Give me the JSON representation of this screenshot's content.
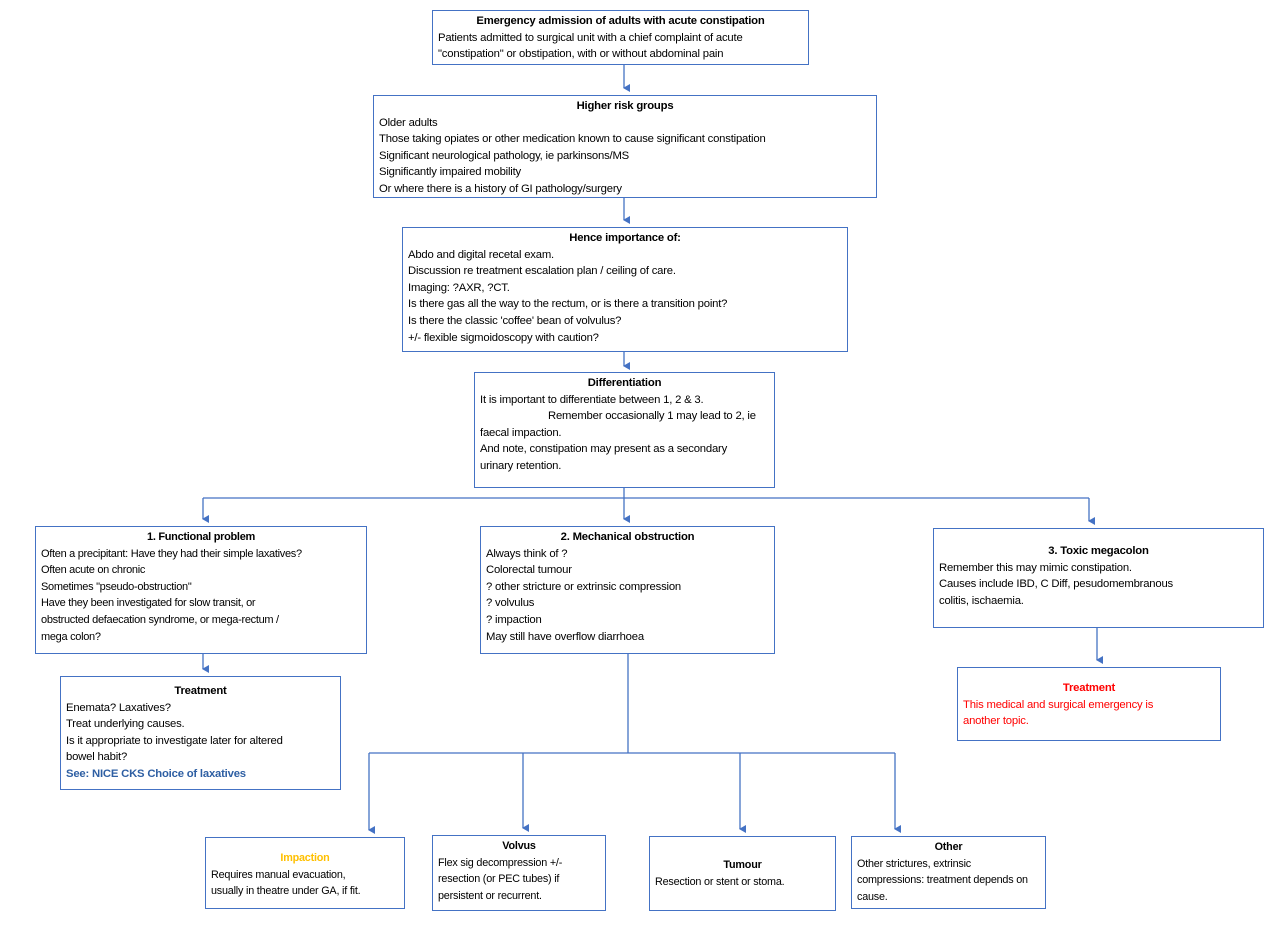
{
  "colors": {
    "border": "#4472c4",
    "impaction_title": "#ffc000",
    "toxic_treatment": "#ff0000",
    "link": "#2e5fa3"
  },
  "boxes": {
    "admission": {
      "title": "Emergency admission of adults with acute constipation",
      "lines": [
        "Patients admitted to surgical unit with a chief complaint of acute",
        "\"constipation\" or obstipation, with or without abdominal pain"
      ]
    },
    "risk": {
      "title": "Higher risk groups",
      "lines": [
        "Older adults",
        "Those taking opiates or other medication known to cause significant constipation",
        "Significant neurological pathology, ie parkinsons/MS",
        "Significantly impaired mobility",
        "Or where there is a history of GI pathology/surgery"
      ]
    },
    "importance": {
      "title": "Hence importance of:",
      "lines": [
        "Abdo and digital recetal exam.",
        "Discussion re treatment escalation plan / ceiling of care.",
        "Imaging: ?AXR, ?CT.",
        "Is there gas all the way to the rectum, or is there a transition point?",
        "Is there the classic 'coffee' bean of volvulus?",
        "+/- flexible sigmoidoscopy with caution?"
      ]
    },
    "differentiation": {
      "title": "Differentiation",
      "lines": [
        "It is important to differentiate between 1, 2 & 3.",
        "Remember occasionally 1 may lead to 2, ie",
        "faecal impaction.",
        "And note, constipation may present as a secondary",
        "urinary retention."
      ]
    },
    "functional": {
      "title": "1. Functional problem",
      "lines": [
        "Often a precipitant: Have they had their simple laxatives?",
        "Often acute on chronic",
        "Sometimes \"pseudo-obstruction\"",
        "Have they been investigated for slow transit, or",
        "obstructed defaecation syndrome, or mega-rectum /",
        "mega colon?"
      ]
    },
    "mechanical": {
      "title": "2. Mechanical obstruction",
      "lines": [
        "Always think of ?",
        "Colorectal tumour",
        "? other stricture or extrinsic compression",
        "? volvulus",
        "? impaction",
        "May still have overflow diarrhoea"
      ]
    },
    "toxic": {
      "title": "3. Toxic megacolon",
      "lines": [
        "Remember this may mimic constipation.",
        "Causes include IBD, C Diff, pesudomembranous",
        "colitis, ischaemia."
      ]
    },
    "functional_treatment": {
      "title": "Treatment",
      "lines": [
        "Enemata? Laxatives?",
        "Treat underlying causes.",
        "Is it appropriate to investigate later for altered",
        "bowel habit?"
      ],
      "link": "See: NICE CKS Choice of laxatives"
    },
    "toxic_treatment": {
      "title": "Treatment",
      "lines": [
        "This medical and surgical emergency is",
        "another topic."
      ]
    },
    "impaction": {
      "title": "Impaction",
      "lines": [
        "Requires manual evacuation,",
        "usually in theatre under GA, if fit."
      ]
    },
    "volvus": {
      "title": "Volvus",
      "lines": [
        "Flex sig decompression +/-",
        "resection (or PEC tubes) if",
        "persistent or recurrent."
      ]
    },
    "tumour": {
      "title": "Tumour",
      "lines": [
        "Resection or stent or stoma."
      ]
    },
    "other": {
      "title": "Other",
      "lines": [
        "Other strictures, extrinsic",
        "compressions: treatment depends on",
        "cause."
      ]
    }
  }
}
